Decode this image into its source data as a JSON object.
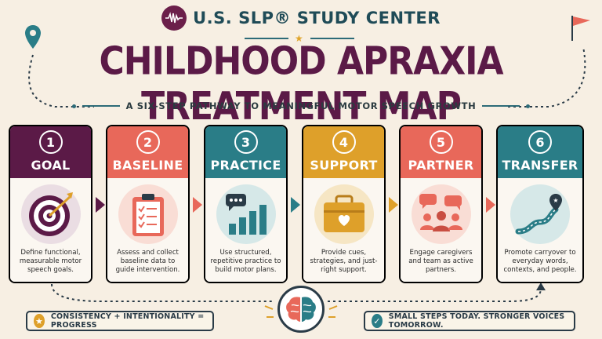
{
  "header": {
    "brand": "U.S. SLP® STUDY CENTER",
    "title": "CHILDHOOD APRAXIA TREATMENT MAP",
    "subtitle": "A SIX-STEP PATHWAY TO MEANINGFUL MOTOR SPEECH GROWTH"
  },
  "steps": [
    {
      "number": "1",
      "title": "GOAL",
      "description": "Define functional, measurable motor speech goals.",
      "color": "#5b1a47",
      "icon": "target-icon"
    },
    {
      "number": "2",
      "title": "BASELINE",
      "description": "Assess and collect baseline data to guide intervention.",
      "color": "#e8685a",
      "icon": "clipboard-checklist-icon"
    },
    {
      "number": "3",
      "title": "PRACTICE",
      "description": "Use structured, repetitive practice to build motor plans.",
      "color": "#2a7d87",
      "icon": "speech-bar-chart-icon"
    },
    {
      "number": "4",
      "title": "SUPPORT",
      "description": "Provide cues, strategies, and just-right support.",
      "color": "#dea02a",
      "icon": "toolbox-heart-icon"
    },
    {
      "number": "5",
      "title": "PARTNER",
      "description": "Engage caregivers and team as active partners.",
      "color": "#e8685a",
      "icon": "team-conversation-icon"
    },
    {
      "number": "6",
      "title": "TRANSFER",
      "description": "Promote carryover to everyday words, contexts, and people.",
      "color": "#2a7d87",
      "icon": "winding-road-pin-icon"
    }
  ],
  "footer": {
    "left_banner": "CONSISTENCY + INTENTIONALITY = PROGRESS",
    "right_banner": "SMALL STEPS TODAY. STRONGER VOICES TOMORROW."
  },
  "colors": {
    "plum": "#5b1a47",
    "coral": "#e8685a",
    "teal": "#2a7d87",
    "gold": "#dea02a",
    "navy": "#2a3b47",
    "background": "#f7efe3"
  }
}
